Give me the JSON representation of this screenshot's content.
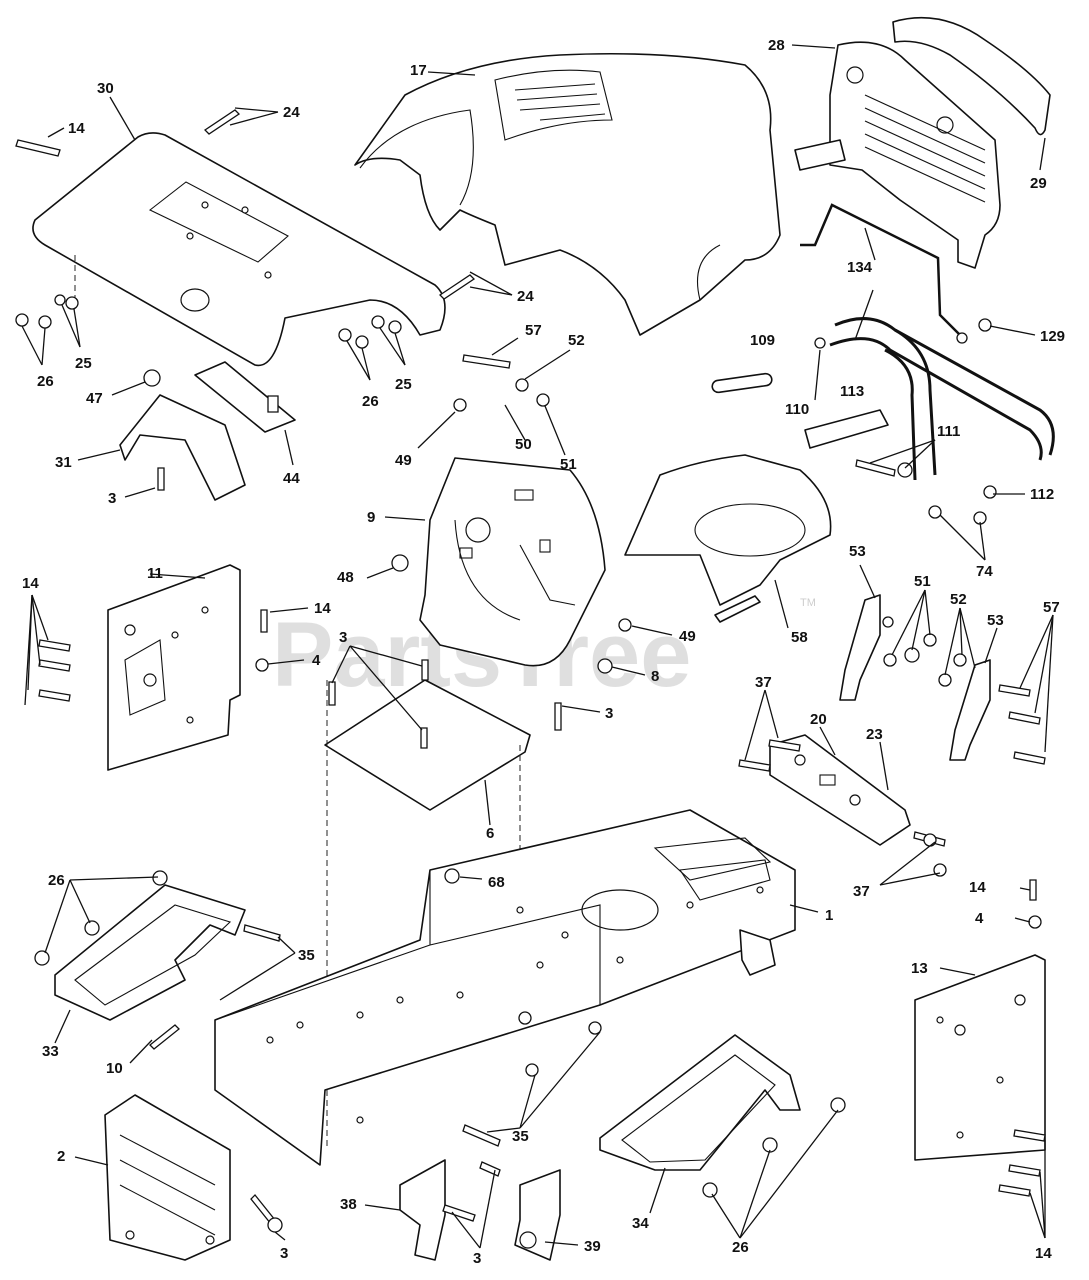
{
  "watermark": {
    "text": "PartsTree",
    "trademark": "TM"
  },
  "labels": {
    "l1": "1",
    "l2": "2",
    "l3a": "3",
    "l3b": "3",
    "l3c": "3",
    "l3d": "3",
    "l3e": "3",
    "l4a": "4",
    "l4b": "4",
    "l6": "6",
    "l8": "8",
    "l9": "9",
    "l10": "10",
    "l11": "11",
    "l13": "13",
    "l14a": "14",
    "l14b": "14",
    "l14c": "14",
    "l14d": "14",
    "l14e": "14",
    "l17": "17",
    "l20": "20",
    "l23": "23",
    "l24a": "24",
    "l24b": "24",
    "l25a": "25",
    "l25b": "25",
    "l26a": "26",
    "l26b": "26",
    "l26c": "26",
    "l26d": "26",
    "l28": "28",
    "l29": "29",
    "l30": "30",
    "l31": "31",
    "l33": "33",
    "l34": "34",
    "l35a": "35",
    "l35b": "35",
    "l37a": "37",
    "l37b": "37",
    "l38": "38",
    "l39": "39",
    "l44": "44",
    "l47": "47",
    "l48": "48",
    "l49a": "49",
    "l49b": "49",
    "l50": "50",
    "l51a": "51",
    "l51b": "51",
    "l52a": "52",
    "l52b": "52",
    "l53a": "53",
    "l53b": "53",
    "l57a": "57",
    "l57b": "57",
    "l58": "58",
    "l68": "68",
    "l74": "74",
    "l109": "109",
    "l110": "110",
    "l111": "111",
    "l112": "112",
    "l113": "113",
    "l129": "129",
    "l134": "134"
  }
}
